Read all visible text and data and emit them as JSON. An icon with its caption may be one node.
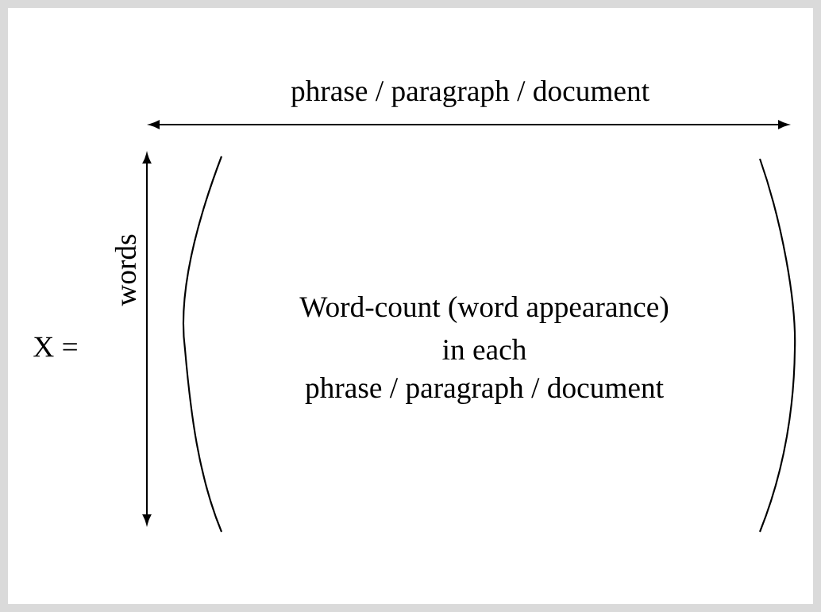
{
  "diagram": {
    "labels": [
      "phrase / paragraph / document",
      "words",
      "X =",
      "Word-count (word appearance)",
      "in each",
      "phrase / paragraph / document"
    ]
  }
}
